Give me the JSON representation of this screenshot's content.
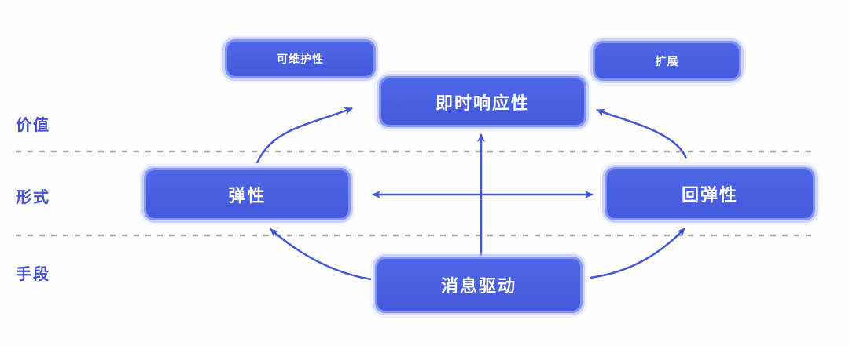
{
  "diagram": {
    "title": "reactive-traits-diagram",
    "rows": [
      {
        "id": "value",
        "label": "价值"
      },
      {
        "id": "form",
        "label": "形式"
      },
      {
        "id": "means",
        "label": "手段"
      }
    ],
    "nodes": {
      "maintainable": {
        "label": "可维护性",
        "row": "value"
      },
      "scalable": {
        "label": "扩展",
        "row": "value"
      },
      "responsive": {
        "label": "即时响应性",
        "row": "value"
      },
      "elastic": {
        "label": "弹性",
        "row": "form"
      },
      "resilient": {
        "label": "回弹性",
        "row": "form"
      },
      "message_driven": {
        "label": "消息驱动",
        "row": "means"
      }
    },
    "edges": [
      {
        "from": "elastic",
        "to": "responsive",
        "type": "curved-arrow"
      },
      {
        "from": "resilient",
        "to": "responsive",
        "type": "curved-arrow"
      },
      {
        "from": "message_driven",
        "to": "responsive",
        "type": "straight-arrow"
      },
      {
        "from": "elastic",
        "to": "resilient",
        "type": "double-headed-arrow"
      },
      {
        "from": "message_driven",
        "to": "elastic",
        "type": "curved-arrow"
      },
      {
        "from": "message_driven",
        "to": "resilient",
        "type": "curved-arrow"
      }
    ],
    "colors": {
      "node_fill": "#4a60e2",
      "node_glow": "#8c9bf0",
      "node_text": "#ffffff",
      "row_label": "#4650d4",
      "arrow": "#4156d4",
      "divider": "#a8a8a8"
    }
  }
}
